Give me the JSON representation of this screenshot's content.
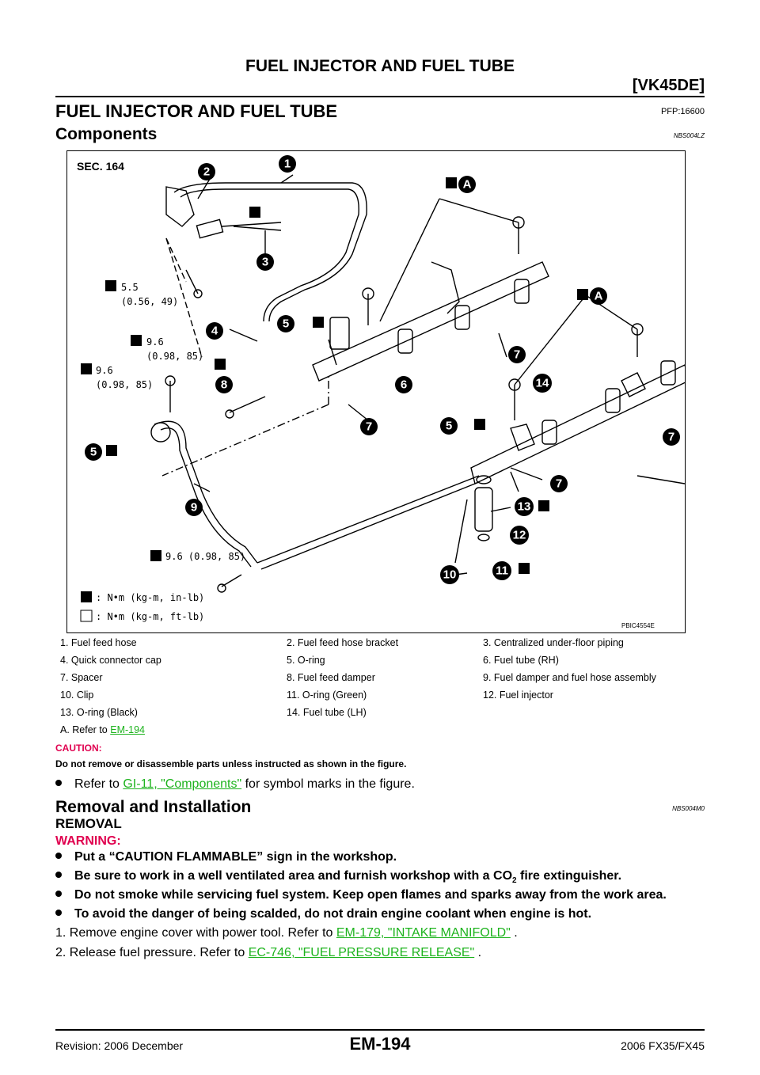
{
  "header": {
    "title": "FUEL INJECTOR AND FUEL TUBE",
    "engine_code": "[VK45DE]"
  },
  "section": {
    "title": "FUEL INJECTOR AND FUEL TUBE",
    "pfp": "PFP:16600"
  },
  "components": {
    "title": "Components",
    "code": "NBS004LZ"
  },
  "figure": {
    "sec_label": "SEC. 164",
    "fig_code": "PBIC4554E",
    "torque_1": "5.5",
    "torque_1b": "(0.56, 49)",
    "torque_2": "9.6",
    "torque_2b": "(0.98, 85)",
    "torque_3": "9.6",
    "torque_3b": "(0.98, 85)",
    "torque_4": "9.6 (0.98, 85)",
    "unit_1": ": N•m (kg-m, in-lb)",
    "unit_2": ": N•m (kg-m, ft-lb)",
    "ref_a": "A"
  },
  "legend": {
    "r1": [
      "1.   Fuel feed hose",
      "2.   Fuel feed hose bracket",
      "3.   Centralized under-floor piping"
    ],
    "r2": [
      "4.   Quick connector cap",
      "5.   O-ring",
      "6.   Fuel tube (RH)"
    ],
    "r3": [
      "7.   Spacer",
      "8.   Fuel feed damper",
      "9.   Fuel damper and fuel hose assembly"
    ],
    "r4": [
      "10.  Clip",
      "11.  O-ring (Green)",
      "12.  Fuel injector"
    ],
    "r5": [
      "13.  O-ring (Black)",
      "14.  Fuel tube (LH)"
    ],
    "r6_prefix": "A.   Refer to ",
    "r6_link": "EM-194"
  },
  "caution": {
    "heading": "CAUTION:",
    "text": "Do not remove or disassemble parts unless instructed as shown in the figure."
  },
  "refer": {
    "prefix": "Refer to ",
    "link": "GI-11, \"Components\"",
    "suffix": " for symbol marks in the figure."
  },
  "removal": {
    "title": "Removal and Installation",
    "code": "NBS004M0",
    "subtitle": "REMOVAL",
    "warning": "WARNING:"
  },
  "warnings": [
    "Put a “CAUTION FLAMMABLE” sign in the workshop.",
    "Be sure to work in a well ventilated area and furnish workshop with a CO",
    "Do not smoke while servicing fuel system. Keep open flames and sparks away from the work area.",
    "To avoid the danger of being scalded, do not drain engine coolant when engine is hot."
  ],
  "warning2_sub": "2",
  "warning2_tail": " fire extinguisher.",
  "steps": [
    {
      "num": "1.",
      "text": "Remove engine cover with power tool. Refer to ",
      "link": "EM-179, \"INTAKE MANIFOLD\"",
      "tail": " ."
    },
    {
      "num": "2.",
      "text": "Release fuel pressure. Refer to ",
      "link": "EC-746, \"FUEL PRESSURE RELEASE\"",
      "tail": " ."
    }
  ],
  "footer": {
    "left": "Revision: 2006 December",
    "page": "EM-194",
    "right": "2006 FX35/FX45"
  },
  "colors": {
    "warning_red": "#e0004f",
    "link_green": "#1db31d"
  }
}
